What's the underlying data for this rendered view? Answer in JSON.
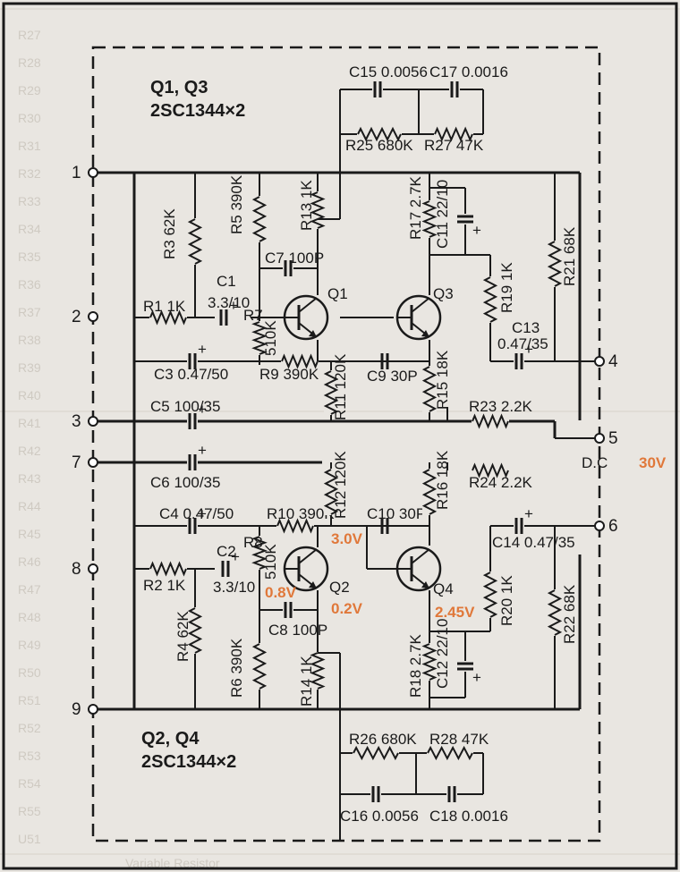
{
  "title_top": "Q1, Q3",
  "part_top": "2SC1344×2",
  "title_bottom": "Q2, Q4",
  "part_bottom": "2SC1344×2",
  "terminals": [
    "1",
    "2",
    "3",
    "7",
    "8",
    "9",
    "4",
    "5",
    "6"
  ],
  "dc_label": "D.C",
  "supply": "30V",
  "top": {
    "c15": "C15 0.0056",
    "c17": "C17 0.0016",
    "r25": "R25 680K",
    "r27": "R27 47K",
    "r13": "R13 1K",
    "r5": "R5 390K",
    "r3": "R3 62K",
    "r17": "R17 2.7K",
    "c11": "C11 22/10",
    "r21": "R21 68K",
    "c7": "C7 100P",
    "q1": "Q1",
    "q3": "Q3",
    "r1": "R1 1K",
    "c1": "C1",
    "c1v": "3.3/10",
    "r7": "R7",
    "r7v": "510K",
    "r19": "R19 1K",
    "c13": "C13",
    "c13v": "0.47/35",
    "c3": "C3 0.47/50",
    "r9": "R9 390K",
    "r11": "R11 120K",
    "c9": "C9 30P",
    "r15": "R15 18K",
    "c5": "C5 100/35",
    "r23": "R23 2.2K"
  },
  "bottom": {
    "c6": "C6 100/35",
    "r12": "R12 120K",
    "r16": "R16 18K",
    "r24": "R24 2.2K",
    "c4": "C4 0.47/50",
    "r10": "R10 390K",
    "c10": "C10 30P",
    "c14": "C14 0.47/35",
    "r8": "R8",
    "r8v": "510K",
    "r2": "R2 1K",
    "c2": "C2",
    "c2v": "3.3/10",
    "q2": "Q2",
    "q4": "Q4",
    "r20": "R20 1K",
    "c8": "C8 100P",
    "r4": "R4 62K",
    "r22": "R22 68K",
    "r6": "R6 390K",
    "r14": "R14 1K",
    "r18": "R18 2.7K",
    "c12": "C12 22/10",
    "r26": "R26 680K",
    "r28": "R28 47K",
    "c16": "C16 0.0056",
    "c18": "C18 0.0016"
  },
  "voltages": {
    "v30": "3.0V",
    "v08": "0.8V",
    "v02": "0.2V",
    "v245": "2.45V"
  },
  "background_table": {
    "left_codes": [
      "R27",
      "R28",
      "R29",
      "R30",
      "R31",
      "R32",
      "R33",
      "R34",
      "R35",
      "R36",
      "R37",
      "R38",
      "R39",
      "R40",
      "R41",
      "R42",
      "R43",
      "R44",
      "R45",
      "R46",
      "R47",
      "R48",
      "R49",
      "R50",
      "R51",
      "R52",
      "R53",
      "R54",
      "R55",
      "U51"
    ],
    "right_label": "Variable Resistor"
  }
}
